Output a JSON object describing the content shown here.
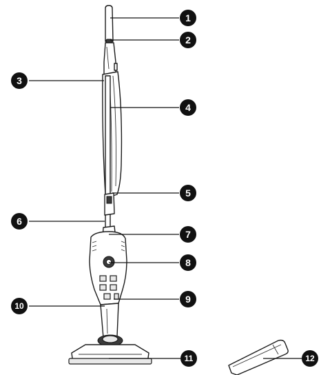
{
  "diagram": {
    "type": "parts-diagram",
    "callouts": [
      {
        "id": 1,
        "label": "1"
      },
      {
        "id": 2,
        "label": "2"
      },
      {
        "id": 3,
        "label": "3"
      },
      {
        "id": 4,
        "label": "4"
      },
      {
        "id": 5,
        "label": "5"
      },
      {
        "id": 6,
        "label": "6"
      },
      {
        "id": 7,
        "label": "7"
      },
      {
        "id": 8,
        "label": "8"
      },
      {
        "id": 9,
        "label": "9"
      },
      {
        "id": 10,
        "label": "10"
      },
      {
        "id": 11,
        "label": "11"
      },
      {
        "id": 12,
        "label": "12"
      }
    ],
    "colors": {
      "ink": "#111111",
      "background": "#ffffff",
      "fill_grey": "#e9e9e9"
    }
  }
}
